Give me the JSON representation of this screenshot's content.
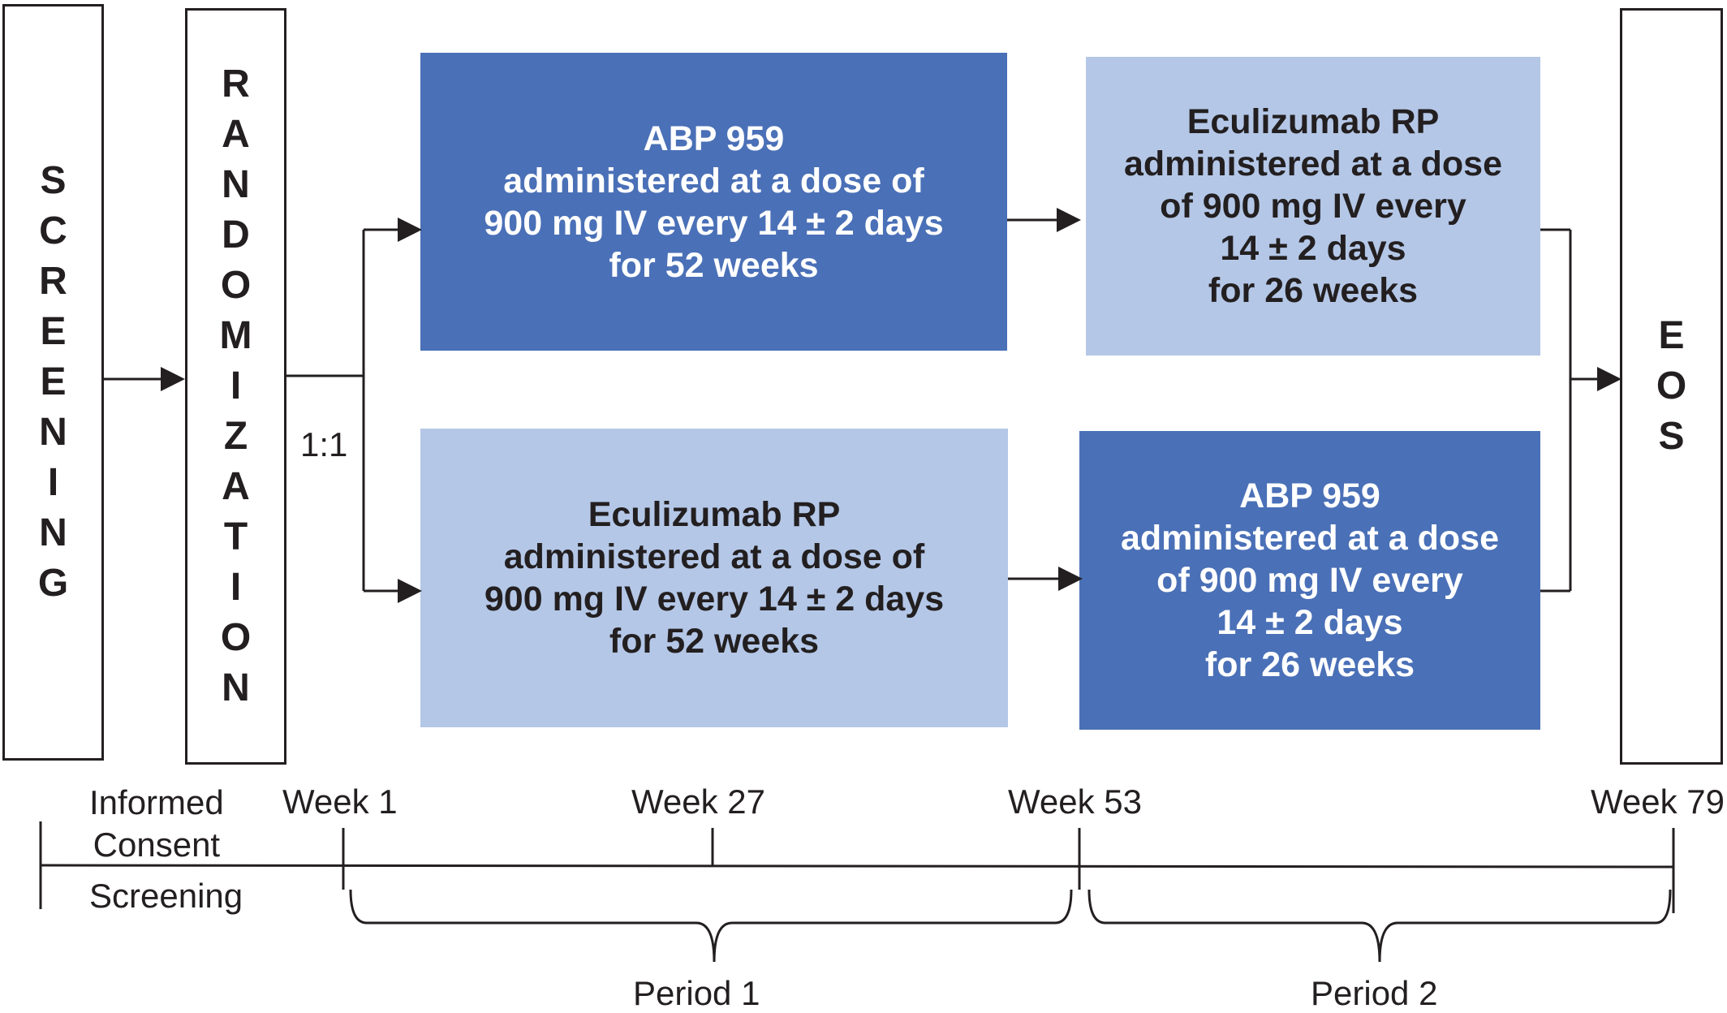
{
  "screening": {
    "letters": [
      "S",
      "C",
      "R",
      "E",
      "E",
      "N",
      "I",
      "N",
      "G"
    ]
  },
  "randomization": {
    "letters": [
      "R",
      "A",
      "N",
      "D",
      "O",
      "M",
      "I",
      "Z",
      "A",
      "T",
      "I",
      "O",
      "N"
    ]
  },
  "eos": {
    "letters": [
      "E",
      "O",
      "S"
    ]
  },
  "ratio": "1:1",
  "arm1": {
    "period1": {
      "lines": [
        "ABP 959",
        "administered at a dose of",
        "900 mg IV every 14 ± 2 days",
        "for 52 weeks"
      ]
    },
    "period2": {
      "lines": [
        "Eculizumab RP",
        "administered at a dose",
        "of 900 mg IV every",
        "14 ± 2 days",
        "for 26 weeks"
      ]
    }
  },
  "arm2": {
    "period1": {
      "lines": [
        "Eculizumab RP",
        "administered at a dose of",
        "900 mg IV every 14 ± 2 days",
        "for 52 weeks"
      ]
    },
    "period2": {
      "lines": [
        "ABP 959",
        "administered at a dose",
        "of 900 mg IV every",
        "14 ± 2 days",
        "for 26 weeks"
      ]
    }
  },
  "timeline": {
    "informed_consent": [
      "Informed",
      "Consent"
    ],
    "screening": "Screening",
    "weeks": [
      "Week 1",
      "Week 27",
      "Week 53",
      "Week 79"
    ],
    "periods": [
      "Period 1",
      "Period 2"
    ]
  },
  "colors": {
    "dark_box": "#4a70b7",
    "light_box": "#b4c7e7",
    "line": "#231f20"
  }
}
